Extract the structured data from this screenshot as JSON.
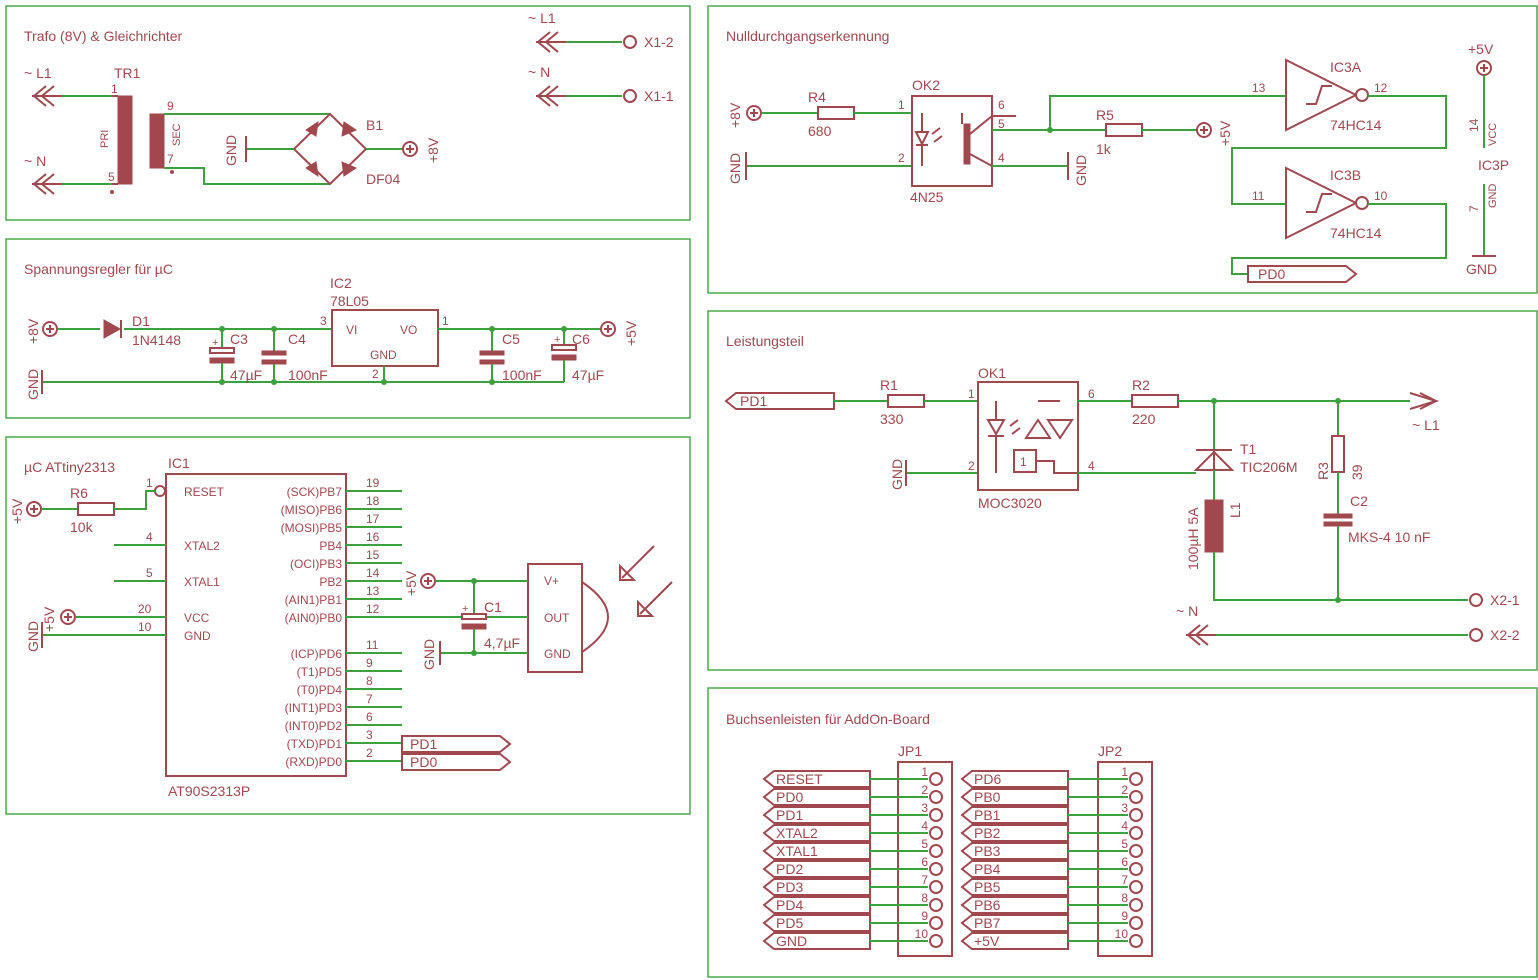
{
  "sections": {
    "trafo": "Trafo (8V) & Gleichrichter",
    "regler": "Spannungsregler für µC",
    "uc": "µC ATtiny2313",
    "null": "Nulldurchgangserkennung",
    "leistung": "Leistungsteil",
    "buchsen": "Buchsenleisten für AddOn-Board"
  },
  "labels": {
    "L1": "~ L1",
    "N": "~ N",
    "TR1": "TR1",
    "PRI": "PRI",
    "SEC": "SEC",
    "B1": "B1",
    "DF04": "DF04",
    "GND": "GND",
    "p8V": "+8V",
    "p5V": "+5V",
    "X1_1": "X1-1",
    "X1_2": "X1-2",
    "X2_1": "X2-1",
    "X2_2": "X2-2",
    "D1": "D1",
    "D1v": "1N4148",
    "C3": "C3",
    "C4": "C4",
    "C5": "C5",
    "C6": "C6",
    "v47u": "47µF",
    "v100n": "100nF",
    "IC2": "IC2",
    "IC2v": "78L05",
    "VI": "VI",
    "VO": "VO",
    "IC1": "IC1",
    "IC1v": "AT90S2313P",
    "R6": "R6",
    "R6v": "10k",
    "RESET": "RESET",
    "XTAL2": "XTAL2",
    "XTAL1": "XTAL1",
    "VCC": "VCC",
    "C1": "C1",
    "C1v": "4,7µF",
    "Vp": "V+",
    "OUT": "OUT",
    "R4": "R4",
    "R4v": "680",
    "OK2": "OK2",
    "OK2v": "4N25",
    "R5": "R5",
    "R5v": "1k",
    "IC3A": "IC3A",
    "IC3B": "IC3B",
    "IC3P": "IC3P",
    "HC14": "74HC14",
    "vcc_s": "VCC",
    "gnd_s": "GND",
    "PD0": "PD0",
    "PD1": "PD1",
    "R1": "R1",
    "R1v": "330",
    "OK1": "OK1",
    "OK1v": "MOC3020",
    "R2": "R2",
    "R2v": "220",
    "T1": "T1",
    "T1v": "TIC206M",
    "R3": "R3",
    "R3v": "39",
    "C2": "C2",
    "C2v": "MKS-4 10 nF",
    "L1c": "L1",
    "L1v": "100µH 5A",
    "JP1": "JP1",
    "JP2": "JP2"
  },
  "ic1_right_pins": [
    {
      "name": "(SCK)PB7",
      "num": "19"
    },
    {
      "name": "(MISO)PB6",
      "num": "18"
    },
    {
      "name": "(MOSI)PB5",
      "num": "17"
    },
    {
      "name": "PB4",
      "num": "16"
    },
    {
      "name": "(OCI)PB3",
      "num": "15"
    },
    {
      "name": "PB2",
      "num": "14"
    },
    {
      "name": "(AIN1)PB1",
      "num": "13"
    },
    {
      "name": "(AIN0)PB0",
      "num": "12"
    },
    {
      "name": "(ICP)PD6",
      "num": "11"
    },
    {
      "name": "(T1)PD5",
      "num": "9"
    },
    {
      "name": "(T0)PD4",
      "num": "8"
    },
    {
      "name": "(INT1)PD3",
      "num": "7"
    },
    {
      "name": "(INT0)PD2",
      "num": "6"
    },
    {
      "name": "(TXD)PD1",
      "num": "3"
    },
    {
      "name": "(RXD)PD0",
      "num": "2"
    }
  ],
  "ic1_left_pins": [
    {
      "name": "RESET",
      "num": "1"
    },
    {
      "name": "XTAL2",
      "num": "4"
    },
    {
      "name": "XTAL1",
      "num": "5"
    },
    {
      "name": "VCC",
      "num": "20"
    },
    {
      "name": "GND",
      "num": "10"
    }
  ],
  "pins": [
    "1",
    "2",
    "3",
    "4",
    "5",
    "6",
    "7",
    "8",
    "9",
    "10",
    "11",
    "12",
    "13",
    "14"
  ],
  "jp1_signals": [
    "RESET",
    "PD0",
    "PD1",
    "XTAL2",
    "XTAL1",
    "PD2",
    "PD3",
    "PD4",
    "PD5",
    "GND"
  ],
  "jp2_signals": [
    "PD6",
    "PB0",
    "PB1",
    "PB2",
    "PB3",
    "PB4",
    "PB5",
    "PB6",
    "PB7",
    "+5V"
  ]
}
